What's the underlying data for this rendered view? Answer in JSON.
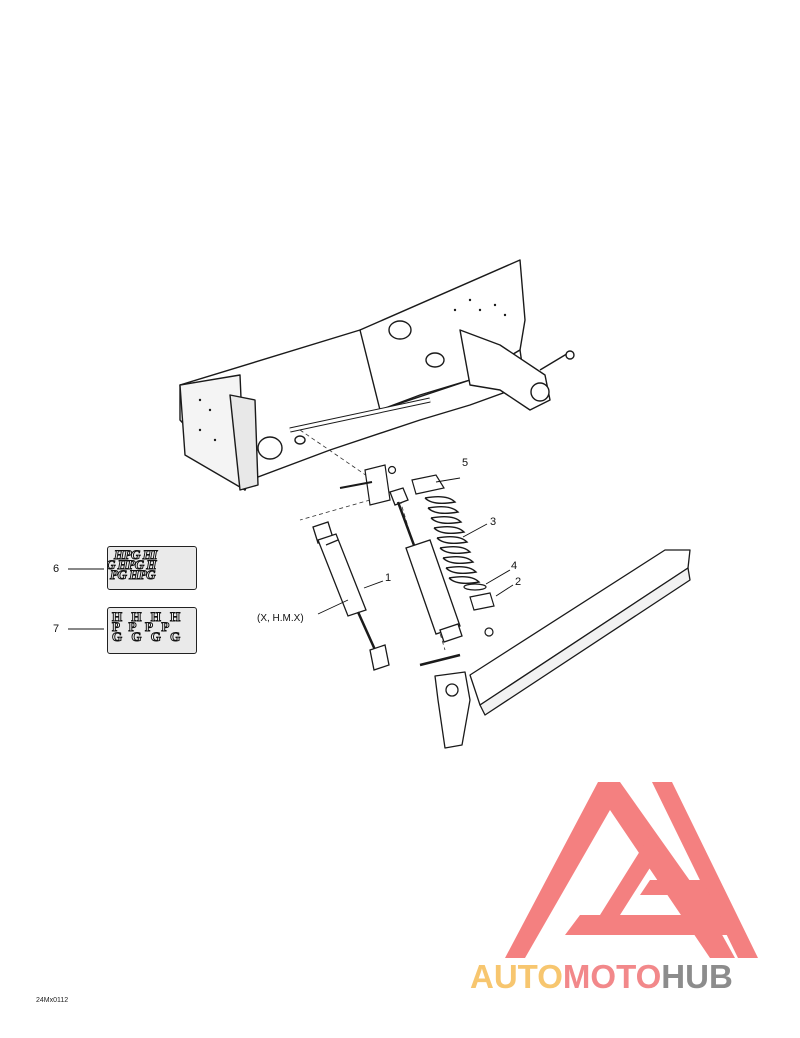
{
  "callouts": {
    "c1": "1",
    "c2": "2",
    "c3": "3",
    "c4": "4",
    "c5": "5",
    "c6": "6",
    "c7": "7"
  },
  "variant_note": "(X, H.M.X)",
  "drawing_code": "24Mx0112",
  "decals": {
    "d6_rows": [
      "HPG HI",
      "G HPG H",
      "PG HPG"
    ],
    "d7_rows": [
      "H H H H",
      "P P P P",
      "G G G G"
    ]
  },
  "watermark": {
    "part1": "AUTO",
    "part2": "MOTO",
    "part3": "HUB",
    "color_auto": "#f7c66f",
    "color_moto": "#f2888a",
    "color_hub": "#8c8c8c",
    "logo_color": "#f36a6a"
  },
  "icons": {
    "logo": "triangle-m-logo-icon"
  }
}
